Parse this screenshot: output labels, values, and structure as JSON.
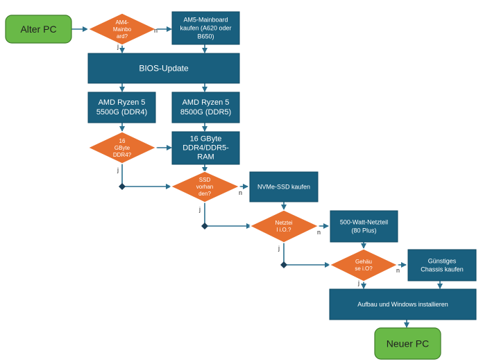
{
  "colors": {
    "process_fill": "#195f7e",
    "terminal_fill": "#69b947",
    "decision_fill": "#e7702f",
    "connector": "#2a6f8e",
    "merge_point": "#1a3f58"
  },
  "nodes": {
    "alter_pc": {
      "lines": [
        "Alter PC"
      ]
    },
    "am4_decision": {
      "lines": [
        "AM4-",
        "Mainbo",
        "ard?"
      ]
    },
    "am5_board": {
      "lines": [
        "AM5-Mainboard",
        "kaufen (A620 oder",
        "B650)"
      ]
    },
    "bios_update": {
      "lines": [
        "BIOS-Update"
      ]
    },
    "ryzen_5500g": {
      "lines": [
        "AMD Ryzen 5",
        "5500G (DDR4)"
      ]
    },
    "ryzen_8500g": {
      "lines": [
        "AMD Ryzen 5",
        "8500G (DDR5)"
      ]
    },
    "ram_decision": {
      "lines": [
        "16",
        "GByte",
        "DDR4?"
      ]
    },
    "ram_16gb": {
      "lines": [
        "16 GByte",
        "DDR4/DDR5-",
        "RAM"
      ]
    },
    "ssd_decision": {
      "lines": [
        "SSD",
        "vorhan",
        "den?"
      ]
    },
    "nvme_ssd": {
      "lines": [
        "NVMe-SSD kaufen"
      ]
    },
    "psu_decision": {
      "lines": [
        "Netztei",
        "l i.O.?"
      ]
    },
    "psu_500w": {
      "lines": [
        "500-Watt-Netzteil",
        "(80 Plus)"
      ]
    },
    "case_decision": {
      "lines": [
        "Gehäu",
        "se i.O?"
      ]
    },
    "case_buy": {
      "lines": [
        "Günstiges",
        "Chassis kaufen"
      ]
    },
    "assembly": {
      "lines": [
        "Aufbau und Windows installieren"
      ]
    },
    "neuer_pc": {
      "lines": [
        "Neuer PC"
      ]
    }
  },
  "edge_labels": {
    "am4_no": "n",
    "am4_yes": "j",
    "ram_yes": "j",
    "ssd_no": "n",
    "ssd_yes": "j",
    "psu_no": "n",
    "psu_yes": "j",
    "case_no": "n",
    "case_yes": "j"
  }
}
